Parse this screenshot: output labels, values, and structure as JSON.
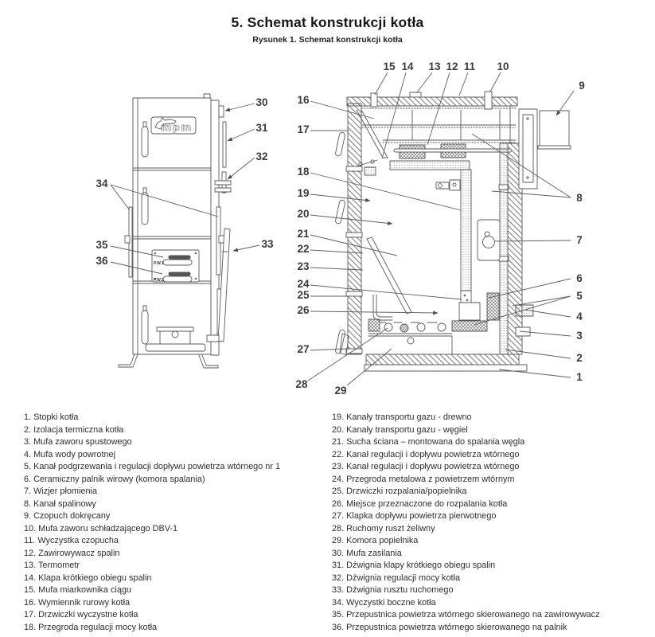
{
  "page": {
    "title": "5. Schemat konstrukcji kotła",
    "subtitle": "Rysunek 1. Schemat konstrukcji kotła"
  },
  "figure": {
    "logo_text": "mpm",
    "pw1": "P.W.1",
    "pw2": "P.W.2",
    "callouts": {
      "c1": "1",
      "c2": "2",
      "c3": "3",
      "c4": "4",
      "c5": "5",
      "c6": "6",
      "c7": "7",
      "c8": "8",
      "c9": "9",
      "c10": "10",
      "c11": "11",
      "c12": "12",
      "c13": "13",
      "c14": "14",
      "c15": "15",
      "c16": "16",
      "c17": "17",
      "c18": "18",
      "c19": "19",
      "c20": "20",
      "c21": "21",
      "c22": "22",
      "c23": "23",
      "c24": "24",
      "c25": "25",
      "c26": "26",
      "c27": "27",
      "c28": "28",
      "c29": "29",
      "c30": "30",
      "c31": "31",
      "c32": "32",
      "c33": "33",
      "c34": "34",
      "c35": "35",
      "c36": "36"
    }
  },
  "legend": {
    "left": [
      "1. Stopki kotła",
      "2. Izolacja termiczna kotła",
      "3. Mufa zaworu spustowego",
      "4. Mufa wody powrotnej",
      "5. Kanał podgrzewania i regulacji dopływu powietrza wtórnego nr 1",
      "6. Ceramiczny palnik wirowy (komora spalania)",
      "7. Wizjer płomienia",
      "8. Kanał spalinowy",
      "9. Czopuch dokręcany",
      "10. Mufa zaworu schładzającego DBV-1",
      "11. Wyczystka czopucha",
      "12. Zawirowywacz spalin",
      "13. Termometr",
      "14. Klapa krótkiego obiegu spalin",
      "15. Mufa miarkownika ciągu",
      "16. Wymiennik rurowy kotła",
      "17. Drzwiczki wyczystne kotła",
      "18. Przegroda regulacji mocy kotła"
    ],
    "right": [
      "19. Kanały transportu gazu - drewno",
      "20. Kanały transportu gazu - węgiel",
      "21. Sucha ściana – montowana do spalania węgla",
      "22. Kanał regulacji i dopływu powietrza wtórnego",
      "23. Kanał regulacji i dopływu powietrza wtórnego",
      "24. Przegroda metalowa z powietrzem wtórnym",
      "25. Drzwiczki rozpalania/popielnika",
      "26. Miejsce przeznaczone do rozpalania kotła",
      "27. Klapka dopływu powietrza pierwotnego",
      "28. Ruchomy ruszt żeliwny",
      "29. Komora popielnika",
      "30. Mufa zasilania",
      "31. Dźwignia klapy krótkiego obiegu spalin",
      "32. Dźwignia regulacji mocy kotła",
      "33. Dźwignia rusztu ruchomego",
      "34. Wyczystki boczne kotła",
      "35. Przepustnica powietrza wtórnego skierowanego na zawirowywacz",
      "36. Przepustnica powietrza wtórnego skierowanego na palnik"
    ]
  }
}
